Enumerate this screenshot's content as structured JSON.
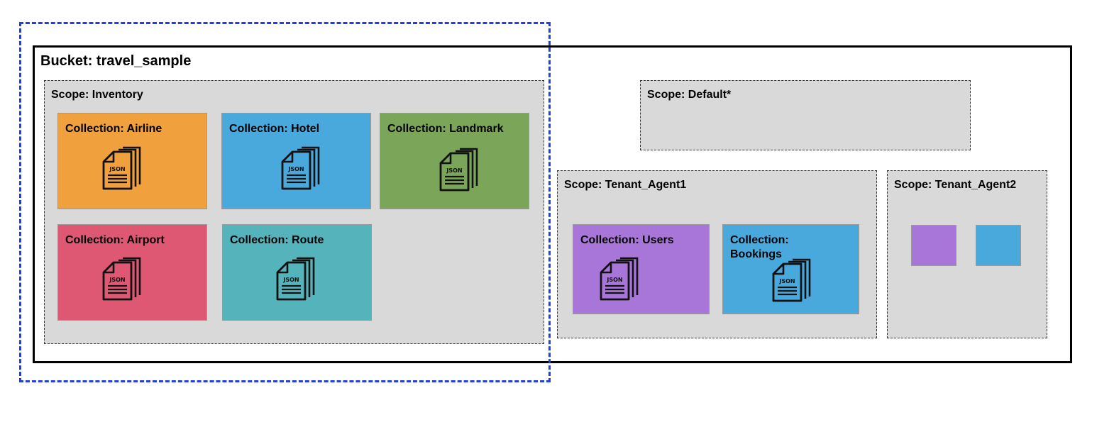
{
  "bucket": {
    "title": "Bucket: travel_sample"
  },
  "scopes": {
    "inventory": {
      "label": "Scope: Inventory",
      "collections": [
        {
          "label": "Collection: Airline",
          "color": "#f0a03d",
          "icon": "json-documents-icon",
          "icon_text": "JSON"
        },
        {
          "label": "Collection: Hotel",
          "color": "#4aa9dc",
          "icon": "json-documents-icon",
          "icon_text": "JSON"
        },
        {
          "label": "Collection: Landmark",
          "color": "#7ba65a",
          "icon": "json-documents-icon",
          "icon_text": "JSON"
        },
        {
          "label": "Collection: Airport",
          "color": "#de5873",
          "icon": "json-documents-icon",
          "icon_text": "JSON"
        },
        {
          "label": "Collection: Route",
          "color": "#55b4bb",
          "icon": "json-documents-icon",
          "icon_text": "JSON"
        }
      ]
    },
    "default": {
      "label": "Scope: Default*"
    },
    "tenant1": {
      "label": "Scope: Tenant_Agent1",
      "collections": [
        {
          "label": "Collection: Users",
          "color": "#a875d8",
          "icon": "json-documents-icon",
          "icon_text": "JSON"
        },
        {
          "label": "Collection: Bookings",
          "color": "#4aa9dc",
          "icon": "json-documents-icon",
          "icon_text": "JSON"
        }
      ]
    },
    "tenant2": {
      "label": "Scope: Tenant_Agent2",
      "swatches": [
        "#a875d8",
        "#4aa9dc"
      ]
    }
  },
  "colors": {
    "highlight": "#1f3fe0",
    "scope_bg": "#d9d9d9"
  }
}
